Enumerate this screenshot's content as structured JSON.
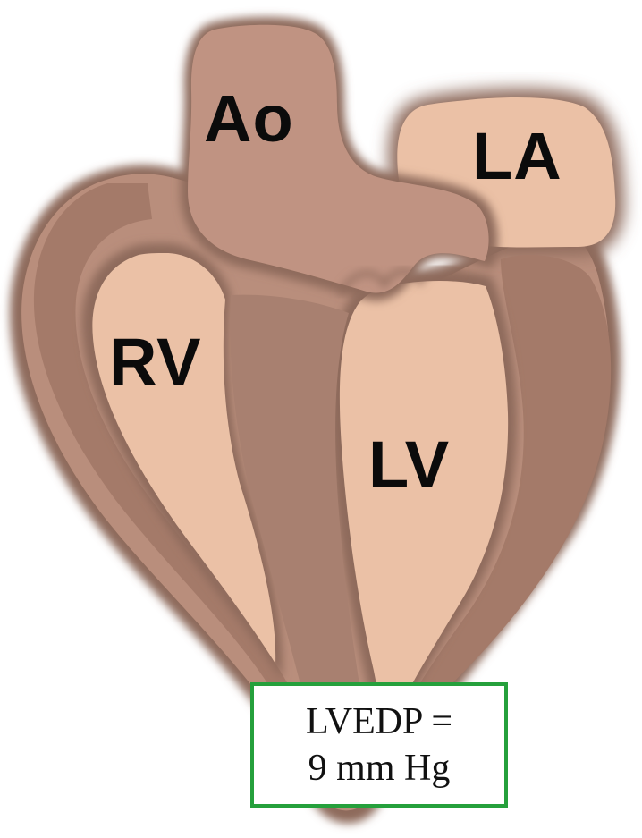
{
  "labels": {
    "aorta": "Ao",
    "left_atrium": "LA",
    "right_ventricle": "RV",
    "left_ventricle": "LV"
  },
  "pressure_box": {
    "line1": "LVEDP =",
    "line2": "9 mm Hg"
  },
  "colors": {
    "wall": "#b98e7c",
    "wall_dark": "#8e6a5b",
    "aorta": "#c09382",
    "cavity": "#ebc1a6",
    "septum": "#a88070",
    "box_border": "#25a03c",
    "text": "#0b0b0b"
  }
}
